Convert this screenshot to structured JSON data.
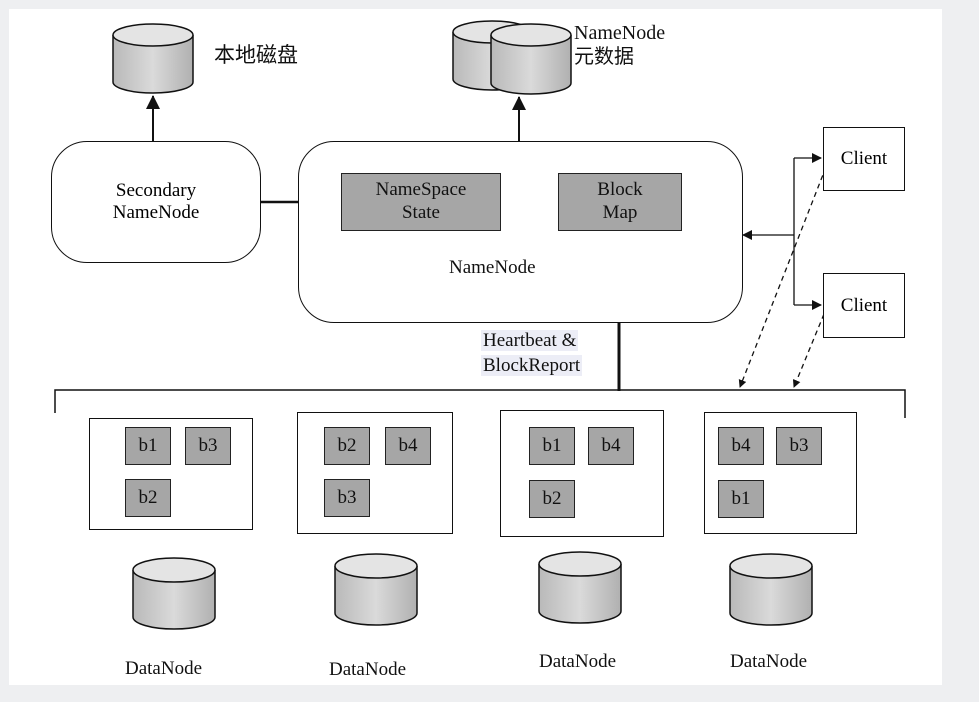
{
  "secondary_namenode": {
    "line1": "Secondary",
    "line2": "NameNode"
  },
  "local_disk_label": "本地磁盘",
  "namenode": {
    "label": "NameNode",
    "namespace_line1": "NameSpace",
    "namespace_line2": "State",
    "blockmap_line1": "Block",
    "blockmap_line2": "Map"
  },
  "metadata_label": {
    "line1": "NameNode",
    "line2": "元数据"
  },
  "clients": [
    "Client",
    "Client"
  ],
  "heartbeat_label": {
    "line1": "Heartbeat &",
    "line2": "BlockReport"
  },
  "datanodes": [
    {
      "label": "DataNode",
      "blocks": [
        "b1",
        "b3",
        "b2"
      ]
    },
    {
      "label": "DataNode",
      "blocks": [
        "b2",
        "b4",
        "b3"
      ]
    },
    {
      "label": "DataNode",
      "blocks": [
        "b1",
        "b4",
        "b2"
      ]
    },
    {
      "label": "DataNode",
      "blocks": [
        "b4",
        "b3",
        "b1"
      ]
    }
  ],
  "colors": {
    "block_fill": "#a6a6a6",
    "cylinder_fill": "#c8c8c8",
    "line": "#111111"
  },
  "icons": [
    "database-cylinder-icon",
    "dual-database-icon"
  ]
}
